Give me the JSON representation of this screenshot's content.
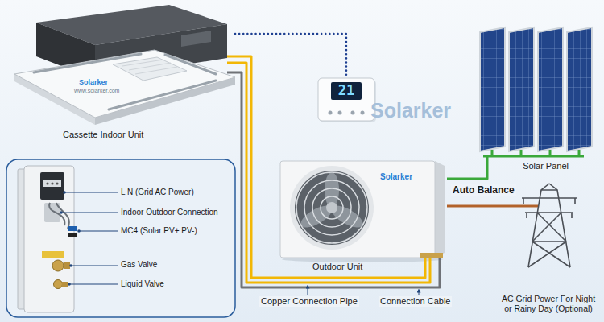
{
  "diagram": {
    "nodes": [
      {
        "text": [
          "Cassette Indoor Unit"
        ]
      },
      {
        "text": [
          "21"
        ]
      },
      {
        "text": [
          "Solar Panel"
        ]
      },
      {
        "text": [
          "Outdoor Unit"
        ]
      },
      {
        "text": [
          "AC Grid Power For Night or Rainy Day (Optional)"
        ]
      }
    ],
    "edges": [
      {
        "from": 0,
        "to": 3,
        "arrow": "none",
        "label": "Copper Connection Pipe"
      },
      {
        "from": 0,
        "to": 3,
        "arrow": "none",
        "label": "Connection Cable"
      },
      {
        "from": 0,
        "to": 1,
        "arrow": "none"
      },
      {
        "from": 2,
        "to": 3,
        "arrow": "none"
      },
      {
        "from": 3,
        "to": 4,
        "arrow": "none",
        "label": "Auto Balance"
      }
    ],
    "labels": [
      "Solarker",
      "www.solarker.com",
      "Solarker",
      "Solarker",
      "L N (Grid AC Power)",
      "Indoor Outdoor Connection",
      "MC4 (Solar PV+ PV-)",
      "Gas Valve",
      "Liquid Valve"
    ]
  }
}
